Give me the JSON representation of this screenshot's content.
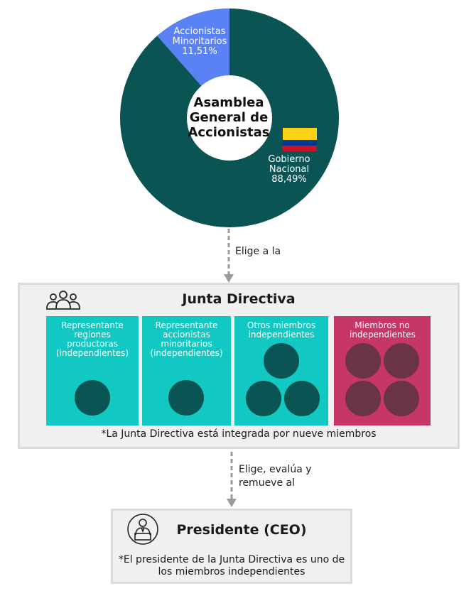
{
  "donut": {
    "center_title": "Asamblea General de Accionistas",
    "minority": {
      "label_line1": "Accionistas",
      "label_line2": "Minoritarios",
      "pct": "11,51%",
      "share": 11.51,
      "color": "#5b82f5"
    },
    "government": {
      "label_line1": "Gobierno",
      "label_line2": "Nacional",
      "pct": "88,49%",
      "share": 88.49,
      "color": "#0a5453"
    }
  },
  "arrow1_text": "Elige a la",
  "junta": {
    "title": "Junta Directiva",
    "cards": [
      {
        "label": "Representante regiones productoras (independientes)",
        "members": 1
      },
      {
        "label": "Representante accionistas minoritarios (independientes)",
        "members": 1
      },
      {
        "label": "Otros miembros independientes",
        "members": 3
      },
      {
        "label": "Miembros no independientes",
        "members": 4
      }
    ],
    "note": "*La Junta Directiva está integrada por nueve miembros"
  },
  "arrow2_text_line1": "Elige, evalúa y",
  "arrow2_text_line2": "remueve al",
  "ceo": {
    "title": "Presidente (CEO)",
    "note": "*El presidente de la Junta Directiva es uno de los miembros independientes"
  },
  "colors": {
    "teal": "#12c8c2",
    "magenta": "#c63666",
    "dark_teal": "#0a5453",
    "blue": "#5b82f5"
  },
  "icons": [
    "people-group-icon",
    "flag-colombia-icon",
    "ceo-person-icon"
  ]
}
